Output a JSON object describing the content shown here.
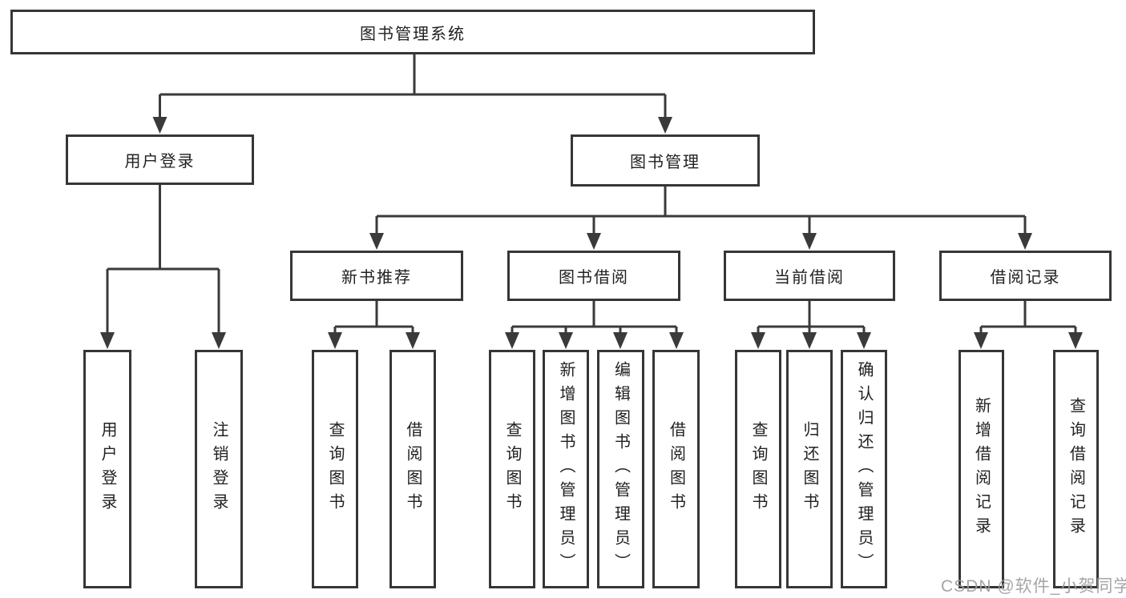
{
  "diagram": {
    "type": "hierarchy",
    "root": {
      "label": "图书管理系统"
    },
    "branches": [
      {
        "label": "用户登录",
        "children": [
          "用户登录",
          "注销登录"
        ]
      },
      {
        "label": "图书管理",
        "groups": [
          {
            "label": "新书推荐",
            "children": [
              "查询图书",
              "借阅图书"
            ]
          },
          {
            "label": "图书借阅",
            "children": [
              "查询图书",
              "新增图书（管理员）",
              "编辑图书（管理员）",
              "借阅图书"
            ]
          },
          {
            "label": "当前借阅",
            "children": [
              "查询图书",
              "归还图书",
              "确认归还（管理员）"
            ]
          },
          {
            "label": "借阅记录",
            "children": [
              "新增借阅记录",
              "查询借阅记录"
            ]
          }
        ]
      }
    ]
  },
  "watermark": {
    "text": "CSDN @软件_小贺同学"
  },
  "colors": {
    "line": "#3a3a3a",
    "box_border": "#363636",
    "text": "#212121",
    "watermark": "#9e9e9e",
    "background": "#ffffff"
  }
}
